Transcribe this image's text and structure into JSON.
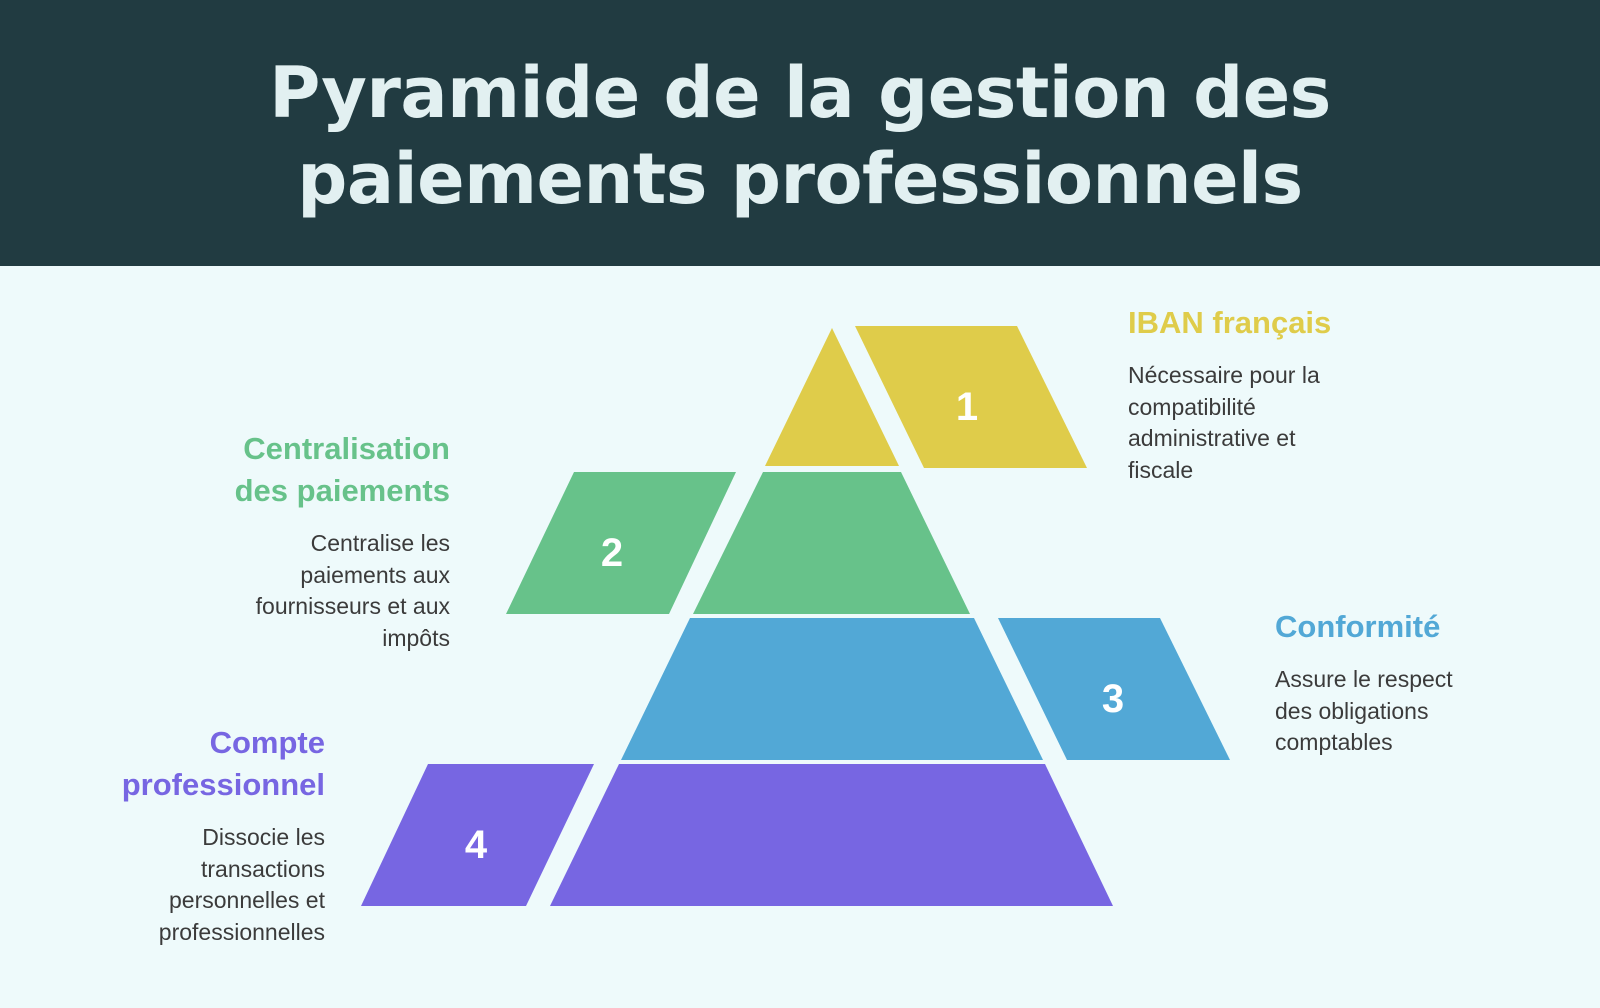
{
  "title_lines": [
    "Pyramide de la gestion des",
    "paiements professionnels"
  ],
  "colors": {
    "header_bg": "#213b41",
    "title_text": "#e2f0f1",
    "page_bg": "#eefafb",
    "level1": "#dfcc4a",
    "level2": "#67c28a",
    "level3": "#52a8d6",
    "level4": "#7766e2"
  },
  "levels": [
    {
      "number": "1",
      "title": "IBAN français",
      "description_lines": [
        "Nécessaire pour la",
        "compatibilité",
        "administrative et",
        "fiscale"
      ],
      "color": "#dfcc4a"
    },
    {
      "number": "2",
      "title_lines": [
        "Centralisation",
        "des paiements"
      ],
      "description_lines": [
        "Centralise les",
        "paiements aux",
        "fournisseurs et aux",
        "impôts"
      ],
      "color": "#67c28a"
    },
    {
      "number": "3",
      "title": "Conformité",
      "description_lines": [
        "Assure le respect",
        "des obligations",
        "comptables"
      ],
      "color": "#52a8d6"
    },
    {
      "number": "4",
      "title_lines": [
        "Compte",
        "professionnel"
      ],
      "description_lines": [
        "Dissocie les",
        "transactions",
        "personnelles et",
        "professionnelles"
      ],
      "color": "#7766e2"
    }
  ]
}
